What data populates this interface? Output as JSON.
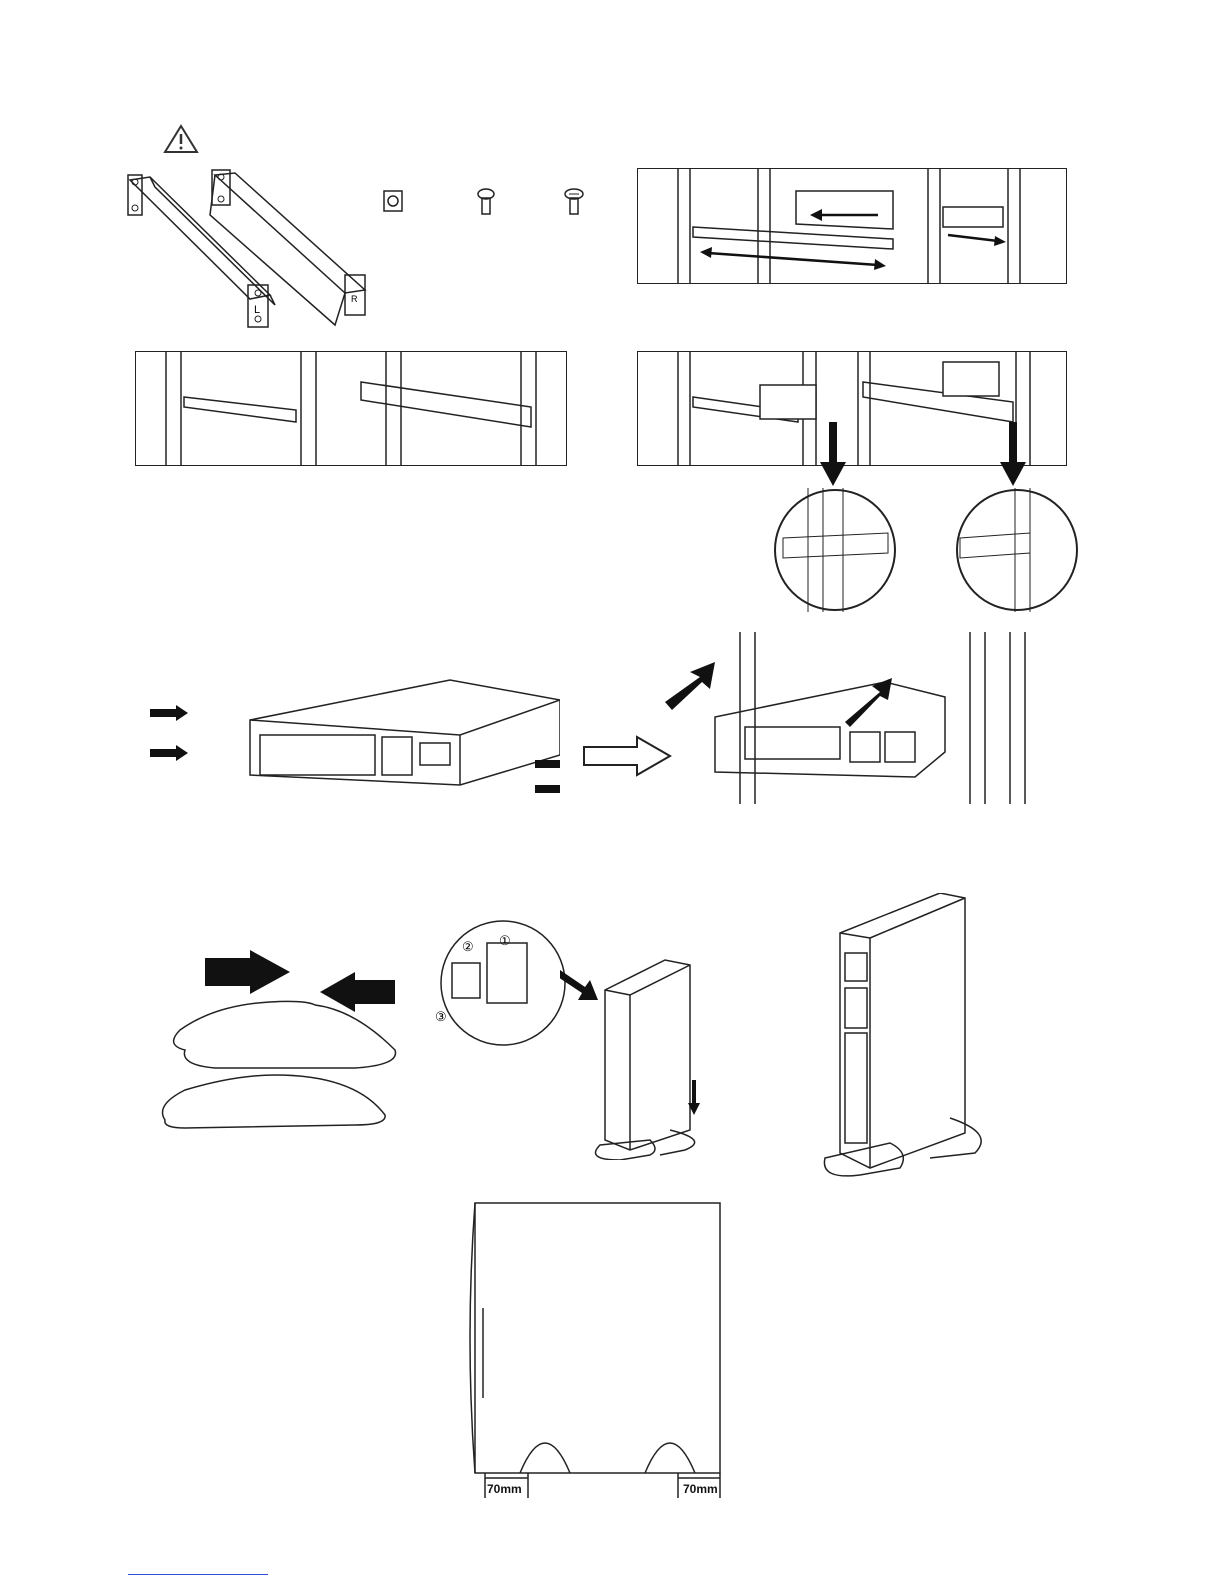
{
  "figures": {
    "rail_kit": {
      "left_label": "L",
      "right_label": "R"
    },
    "clearance": {
      "left_gap": "70mm",
      "right_gap": "70mm"
    }
  },
  "callouts": {
    "step1": "①",
    "step2": "②",
    "step3": "③"
  },
  "colors": {
    "line": "#222222",
    "link": "#2f4fd8"
  }
}
